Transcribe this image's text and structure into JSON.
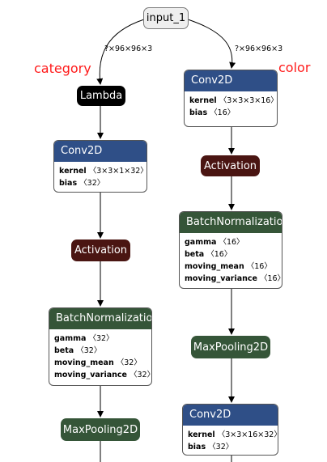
{
  "colors": {
    "conv": "#2f4f87",
    "activation": "#4a1512",
    "batchnorm": "#355538",
    "maxpool": "#355538",
    "lambda": "#000000",
    "annotation": "#ff1a1a"
  },
  "input": {
    "label": "input_1"
  },
  "labels": {
    "left": "category",
    "right": "color"
  },
  "shapes": {
    "left": "?×96×96×3",
    "right": "?×96×96×3"
  },
  "left": {
    "lambda": "Lambda",
    "conv": {
      "title": "Conv2D",
      "kernel_key": "kernel",
      "kernel_val": "〈3×3×1×32〉",
      "bias_key": "bias",
      "bias_val": "〈32〉"
    },
    "activation": "Activation",
    "bn": {
      "title": "BatchNormalization",
      "gamma_key": "gamma",
      "gamma_val": "〈32〉",
      "beta_key": "beta",
      "beta_val": "〈32〉",
      "mean_key": "moving_mean",
      "mean_val": "〈32〉",
      "var_key": "moving_variance",
      "var_val": "〈32〉"
    },
    "maxpool": "MaxPooling2D"
  },
  "right": {
    "conv1": {
      "title": "Conv2D",
      "kernel_key": "kernel",
      "kernel_val": "〈3×3×3×16〉",
      "bias_key": "bias",
      "bias_val": "〈16〉"
    },
    "activation": "Activation",
    "bn": {
      "title": "BatchNormalization",
      "gamma_key": "gamma",
      "gamma_val": "〈16〉",
      "beta_key": "beta",
      "beta_val": "〈16〉",
      "mean_key": "moving_mean",
      "mean_val": "〈16〉",
      "var_key": "moving_variance",
      "var_val": "〈16〉"
    },
    "maxpool": "MaxPooling2D",
    "conv2": {
      "title": "Conv2D",
      "kernel_key": "kernel",
      "kernel_val": "〈3×3×16×32〉",
      "bias_key": "bias",
      "bias_val": "〈32〉"
    }
  }
}
